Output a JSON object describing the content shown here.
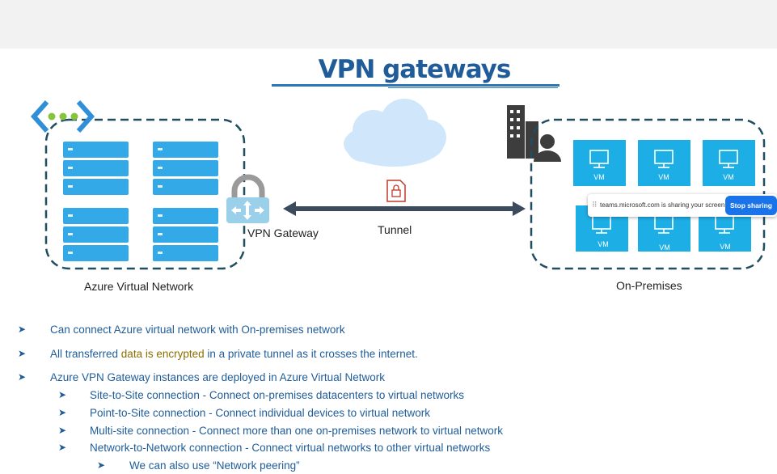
{
  "title": "VPN gateways",
  "labels": {
    "azure_vnet": "Azure Virtual Network",
    "vpn_gateway": "VPN Gateway",
    "tunnel": "Tunnel",
    "on_premises": "On-Premises",
    "vm": "VM"
  },
  "share_bar": {
    "text": "teams.microsoft.com is sharing your screen.",
    "button": "Stop sharing"
  },
  "bullets": [
    {
      "level": 1,
      "text": "Can connect Azure virtual network with On-premises network"
    },
    {
      "level": 1,
      "text_before": "All transferred ",
      "highlight": "data is encrypted",
      "text_after": " in a private tunnel as it crosses the internet."
    },
    {
      "level": 1,
      "text": "Azure VPN Gateway instances are deployed in Azure Virtual Network"
    },
    {
      "level": 2,
      "text": "Site-to-Site connection - Connect on-premises datacenters to virtual networks"
    },
    {
      "level": 2,
      "text": "Point-to-Site connection - Connect individual devices to virtual network"
    },
    {
      "level": 2,
      "text": "Multi-site connection -  Connect more than one on-premises network to virtual network"
    },
    {
      "level": 2,
      "text": "Network-to-Network connection - Connect virtual networks to other virtual networks"
    },
    {
      "level": 3,
      "text": "We can also use “Network peering”"
    }
  ],
  "colors": {
    "title": "#1f5c99",
    "server": "#33a9e8",
    "vm": "#1eaee6",
    "border": "#1f4e5f",
    "arrow": "#3b4a5c",
    "bullet_text": "#1f5c99",
    "highlight": "#8a6d00"
  }
}
